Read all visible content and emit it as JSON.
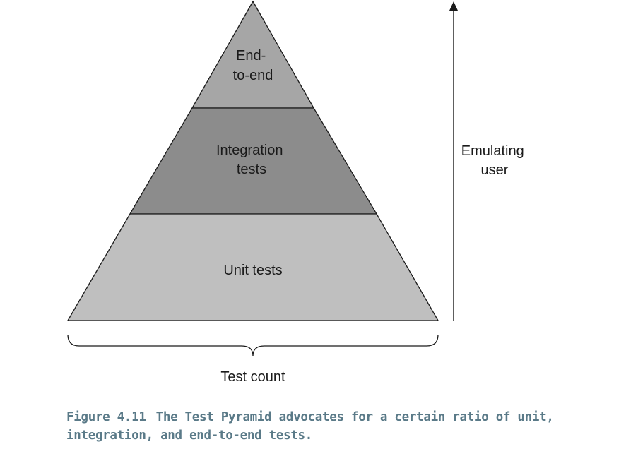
{
  "pyramid": {
    "levels": [
      {
        "id": "end-to-end",
        "label_lines": [
          "End-",
          "to-end"
        ],
        "fill": "#a6a6a6"
      },
      {
        "id": "integration",
        "label_lines": [
          "Integration",
          "tests"
        ],
        "fill": "#8c8c8c"
      },
      {
        "id": "unit",
        "label_lines": [
          "Unit tests"
        ],
        "fill": "#bfbfbf"
      }
    ]
  },
  "axis": {
    "vertical_label_lines": [
      "Emulating",
      "user"
    ],
    "horizontal_label": "Test count"
  },
  "caption": {
    "figure_number": "Figure 4.11",
    "text": "The Test Pyramid advocates for a certain ratio of unit, integration, and end-to-end tests."
  },
  "colors": {
    "stroke": "#1a1a1a",
    "caption": "#5a7a88"
  }
}
